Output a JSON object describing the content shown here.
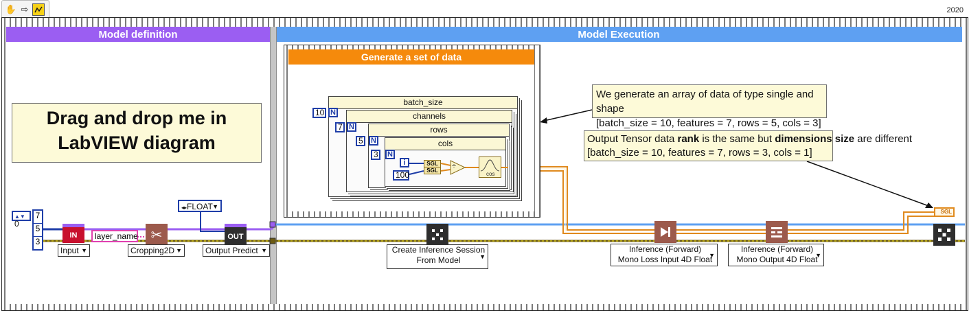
{
  "window": {
    "version_label": "2020",
    "toolbar_icons": [
      "hand-icon",
      "arrow-icon",
      "labview-logo-icon"
    ]
  },
  "frames": {
    "left": {
      "title": "Model definition",
      "color": "#9b5ef2"
    },
    "right": {
      "title": "Model Execution",
      "color": "#5ea0f2"
    }
  },
  "comments": {
    "drag": {
      "line1": "Drag and drop me in",
      "line2": "LabVIEW diagram"
    },
    "generate": {
      "line1": "We generate an array of data of type single and shape",
      "line2": "[batch_size = 10, features = 7, rows = 5, cols = 3]"
    },
    "output": {
      "line1_pre": "Output Tensor data ",
      "line1_bold1": "rank",
      "line1_mid": " is the same but ",
      "line1_bold2": "dimensions size",
      "line1_post": " are different",
      "line2": "[batch_size = 10, features = 7, rows = 3, cols = 1]"
    }
  },
  "generate_frame": {
    "title": "Generate a set of data",
    "color": "#f58a0c"
  },
  "loops": [
    {
      "label": "batch_size",
      "count": "10"
    },
    {
      "label": "channels",
      "count": "7"
    },
    {
      "label": "rows",
      "count": "5"
    },
    {
      "label": "cols",
      "count": "3"
    }
  ],
  "loop_terminals": {
    "n": "N",
    "i": "i",
    "sgl": "SGL",
    "hundred": "100",
    "cos": "cos",
    "divide": "÷"
  },
  "left_controls": {
    "shape_index": "0",
    "shape_values": [
      "7",
      "5",
      "3"
    ],
    "float_ring": "FLOAT",
    "layer_name": "layer_name",
    "in_label": "IN",
    "out_label": "OUT"
  },
  "rings": {
    "input": "Input",
    "cropping": "Cropping2D",
    "output_predict": "Output Predict",
    "create_session_1": "Create Inference Session",
    "create_session_2": "From Model",
    "inference_loss_1": "Inference (Forward)",
    "inference_loss_2": "Mono Loss Input 4D Float",
    "inference_output_1": "Inference (Forward)",
    "inference_output_2": "Mono Output 4D Float"
  },
  "indicator": {
    "label": "SGL"
  },
  "colors": {
    "wire_blue": "#5ea0f2",
    "wire_purple": "#9b5ef2",
    "wire_orange": "#e08a1e",
    "wire_error": "#6b5a12",
    "constant_blue": "#1f3ea8",
    "in_red": "#c8102e",
    "subvi_brown": "#9c5a4c",
    "subvi_dark": "#2e2e2e"
  }
}
